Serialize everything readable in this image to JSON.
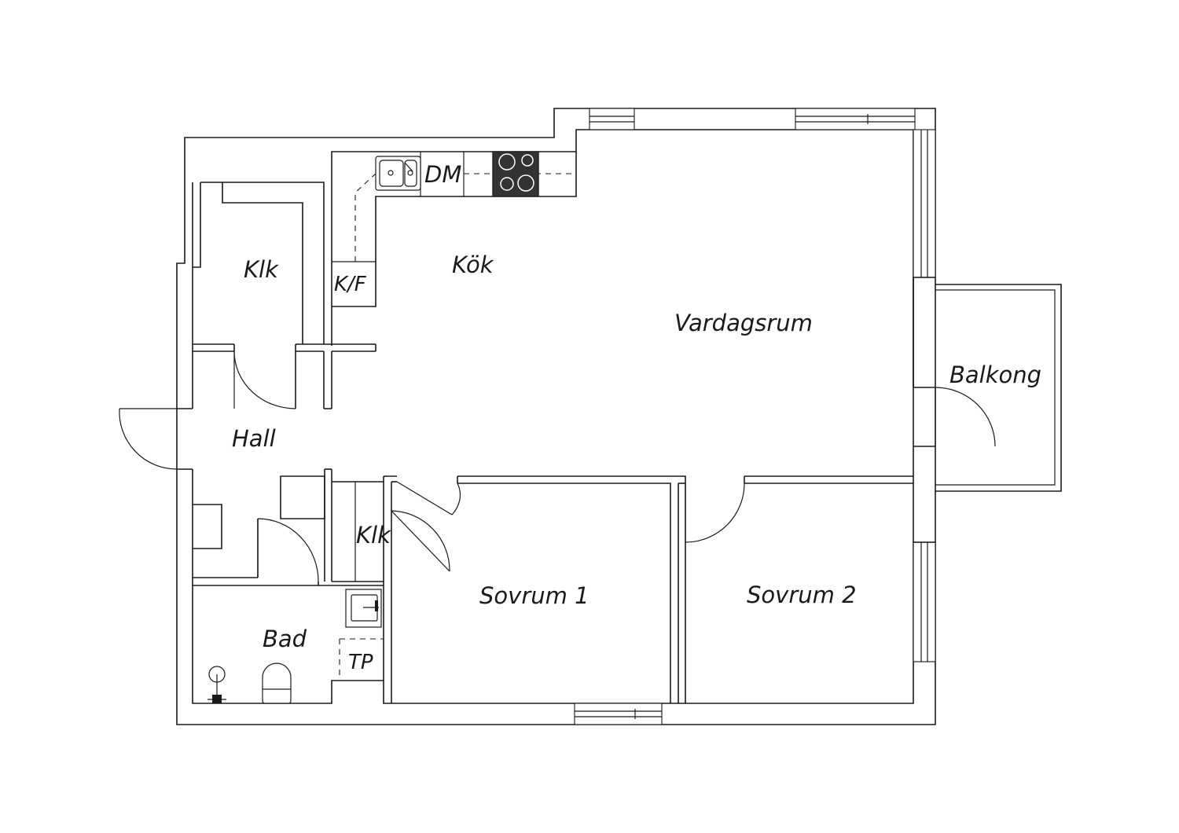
{
  "rooms": {
    "klk_top": "Klk",
    "kok": "Kök",
    "kf": "K/F",
    "dm": "DM",
    "vardagsrum": "Vardagsrum",
    "balkong": "Balkong",
    "hall": "Hall",
    "klk_bottom": "Klk",
    "sovrum1": "Sovrum 1",
    "sovrum2": "Sovrum 2",
    "bad": "Bad",
    "tp": "TP"
  },
  "colors": {
    "line": "#1a1a1a",
    "background": "#ffffff",
    "stove": "#333333"
  }
}
